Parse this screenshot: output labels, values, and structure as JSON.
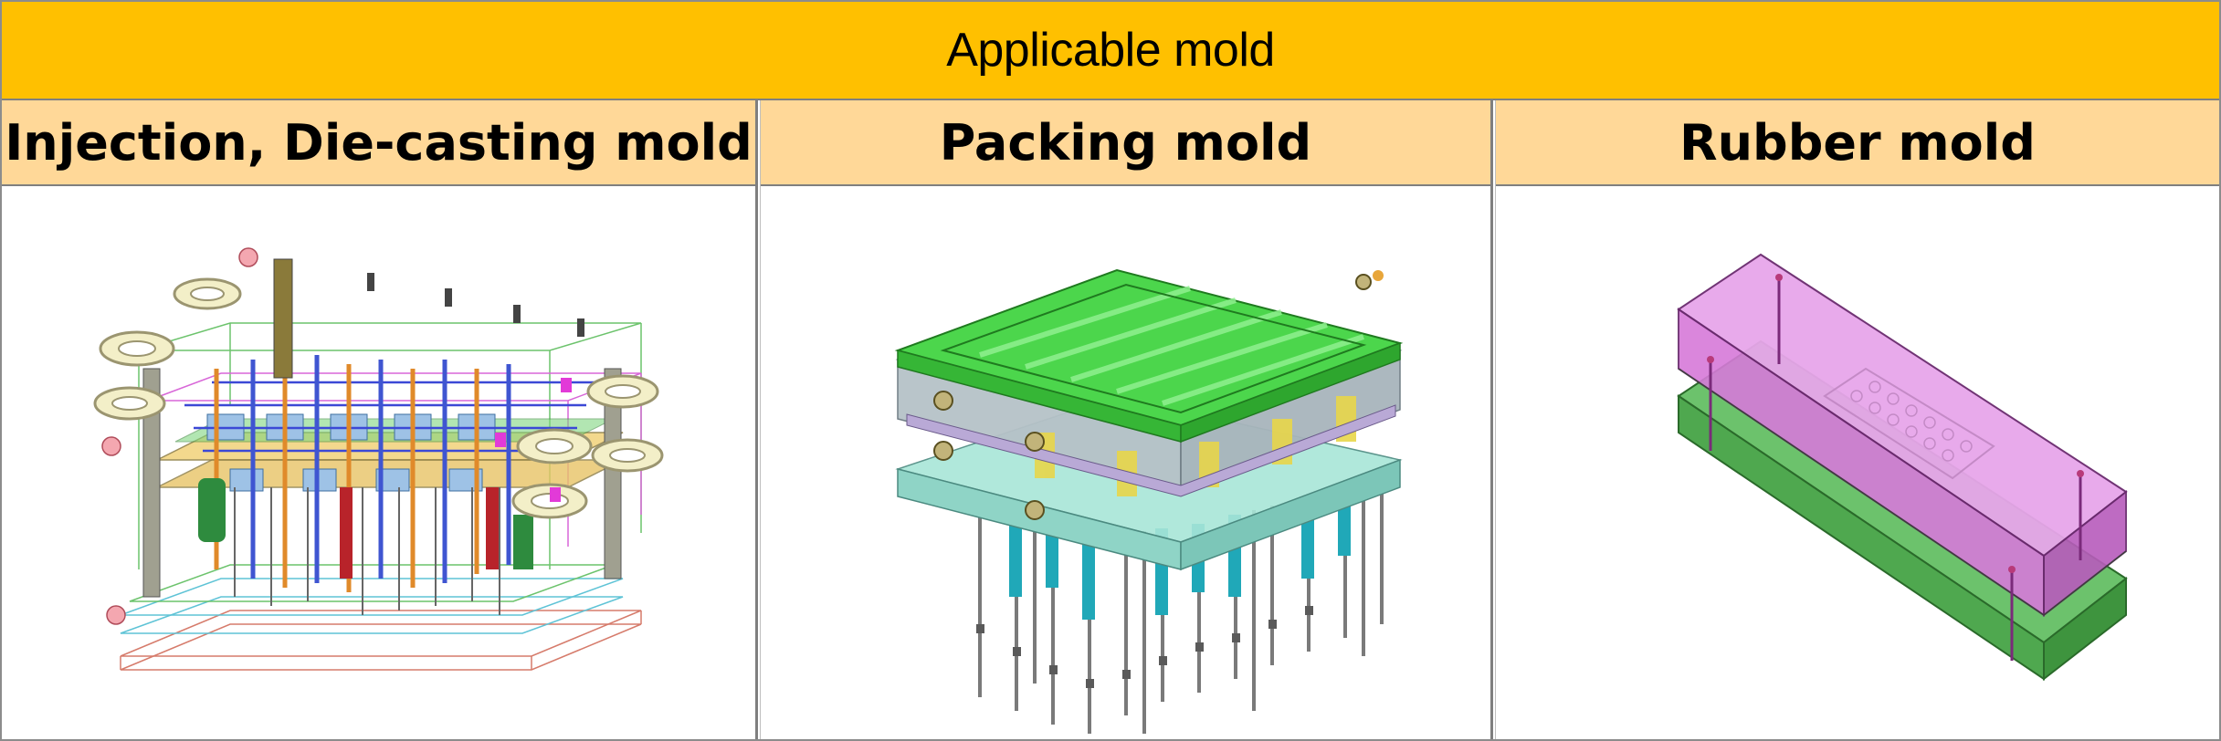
{
  "header": {
    "title": "Applicable mold"
  },
  "columns": [
    {
      "label": "Injection, Die-casting mold",
      "image": "injection-die-casting-mold-illustration"
    },
    {
      "label": "Packing mold",
      "image": "packing-mold-illustration"
    },
    {
      "label": "Rubber mold",
      "image": "rubber-mold-illustration"
    }
  ],
  "colors": {
    "title_bg": "#ffc000",
    "column_header_bg": "#ffd898",
    "border": "#7f7f7f"
  }
}
